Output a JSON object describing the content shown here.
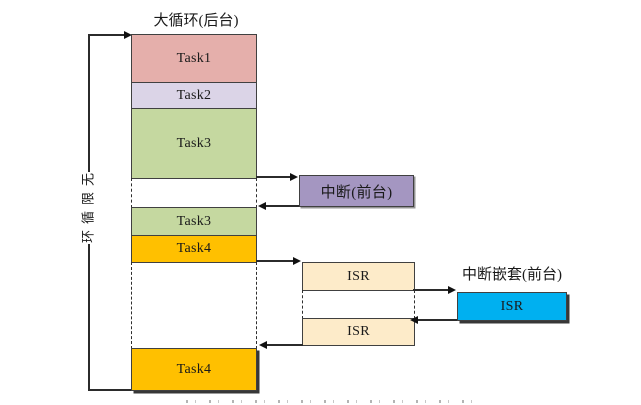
{
  "diagram": {
    "background_title": "大循环(后台)",
    "infinite_loop": {
      "label": "无限循环",
      "chars": [
        "无",
        "限",
        "循",
        "环"
      ]
    },
    "background_tasks": [
      {
        "label": "Task1",
        "color": "#E5AFAB"
      },
      {
        "label": "Task2",
        "color": "#DBD4E7"
      },
      {
        "label": "Task3",
        "color": "#C5D8A0"
      },
      {
        "label": "Task3",
        "color": "#C5D8A0"
      },
      {
        "label": "Task4",
        "color": "#FFC000"
      },
      {
        "label": "Task4",
        "color": "#FFC000"
      }
    ],
    "interrupt_box": {
      "label": "中断(前台)",
      "color": "#A496C1"
    },
    "isr_boxes": [
      {
        "label": "ISR",
        "color": "#FDEBC9"
      },
      {
        "label": "ISR",
        "color": "#FDEBC9"
      }
    ],
    "nested_interrupt": {
      "title": "中断嵌套(前台)",
      "box_label": "ISR",
      "color": "#00B0F0"
    }
  }
}
